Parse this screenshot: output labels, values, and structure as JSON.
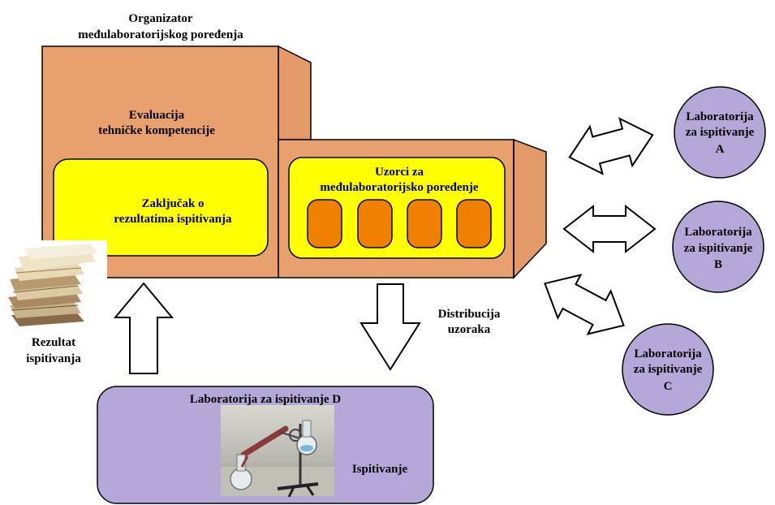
{
  "organizer": {
    "title_line1": "Organizator",
    "title_line2": "međulaboratorijskog poređenja",
    "evaluation_line1": "Evaluacija",
    "evaluation_line2": "tehničke kompetencije",
    "conclusion_line1": "Zaključak o",
    "conclusion_line2": "rezultatima ispitivanja"
  },
  "samples": {
    "label_line1": "Uzorci za",
    "label_line2": "međulaboratorijsko poređenje",
    "count": 4
  },
  "distribution": {
    "line1": "Distribucija",
    "line2": "uzoraka"
  },
  "result": {
    "line1": "Rezultat",
    "line2": "ispitivanja"
  },
  "lab_d": {
    "title": "Laboratorija za ispitivanje D",
    "activity": "Ispitivanje"
  },
  "labs": [
    {
      "line1": "Laboratorija",
      "line2": "za ispitivanje",
      "line3": "A"
    },
    {
      "line1": "Laboratorija",
      "line2": "za ispitivanje",
      "line3": "B"
    },
    {
      "line1": "Laboratorija",
      "line2": "za ispitivanje",
      "line3": "C"
    }
  ],
  "colors": {
    "box_fill": "#e8a06f",
    "box_side": "#e39a68",
    "inner_panel": "#ffff00",
    "sample_fill": "#f08000",
    "lab_fill": "#b4a8d8"
  }
}
